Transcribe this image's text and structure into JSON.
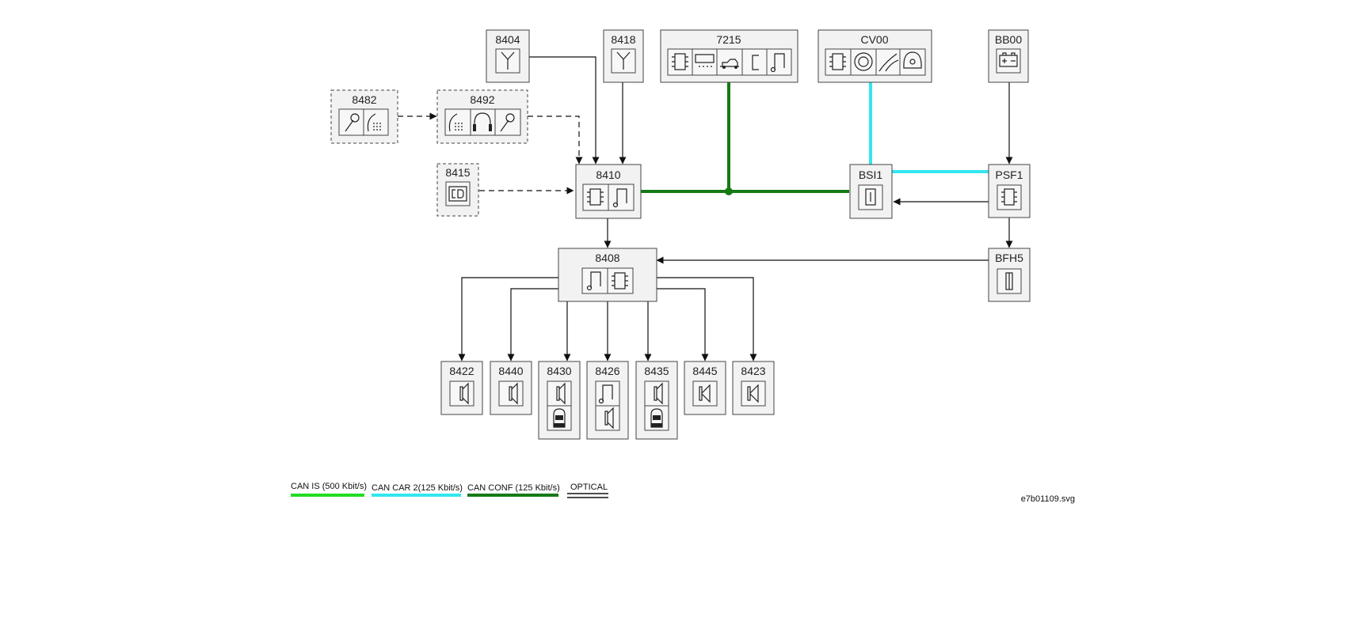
{
  "nodes": {
    "n8404": "8404",
    "n8418": "8418",
    "n7215": "7215",
    "cv00": "CV00",
    "bb00": "BB00",
    "n8482": "8482",
    "n8492": "8492",
    "n8415": "8415",
    "n8410": "8410",
    "bsi1": "BSI1",
    "psf1": "PSF1",
    "n8408": "8408",
    "bfh5": "BFH5",
    "n8422": "8422",
    "n8440": "8440",
    "n8430": "8430",
    "n8426": "8426",
    "n8435": "8435",
    "n8445": "8445",
    "n8423": "8423"
  },
  "legend": [
    {
      "label": "CAN IS (500 Kbit/s)",
      "color": "#22dd22"
    },
    {
      "label": "CAN CAR 2(125 Kbit/s)",
      "color": "#33e6f0"
    },
    {
      "label": "CAN CONF (125 Kbit/s)",
      "color": "#157a15"
    },
    {
      "label": "OPTICAL",
      "color": "#111111"
    }
  ],
  "filename": "e7b01109.svg",
  "colors": {
    "can_conf": "#157a15",
    "can_car2": "#33e6f0",
    "can_is": "#22dd22"
  }
}
